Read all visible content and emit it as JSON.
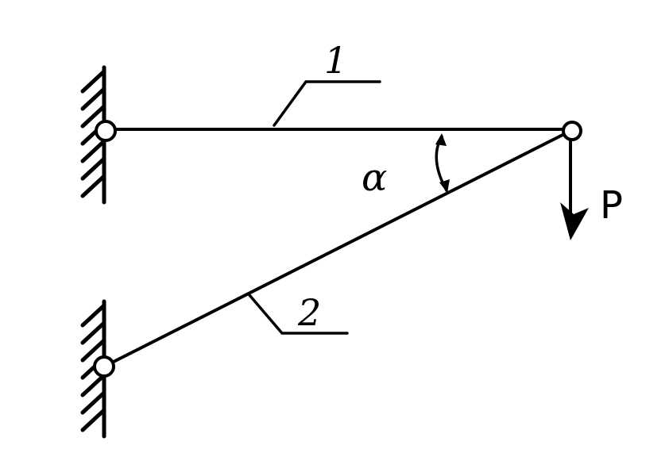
{
  "rods": [
    {
      "label": "1"
    },
    {
      "label": "2"
    }
  ],
  "angle": {
    "label": "α"
  },
  "load": {
    "label": "P"
  }
}
